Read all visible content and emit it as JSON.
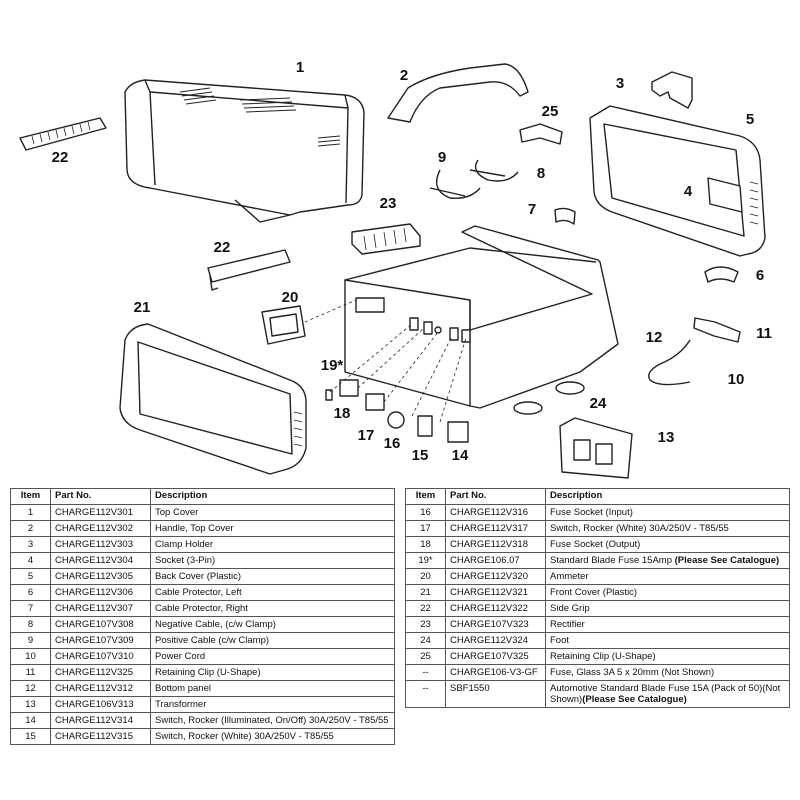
{
  "callouts": [
    "1",
    "2",
    "3",
    "4",
    "5",
    "6",
    "7",
    "8",
    "9",
    "10",
    "11",
    "12",
    "13",
    "14",
    "15",
    "16",
    "17",
    "18",
    "19*",
    "20",
    "21",
    "22",
    "22",
    "23",
    "24",
    "25"
  ],
  "table_headers": {
    "item": "Item",
    "part_no": "Part No.",
    "description": "Description"
  },
  "left_parts": [
    {
      "item": "1",
      "part": "CHARGE112V301",
      "desc": "Top Cover"
    },
    {
      "item": "2",
      "part": "CHARGE112V302",
      "desc": "Handle, Top Cover"
    },
    {
      "item": "3",
      "part": "CHARGE112V303",
      "desc": "Clamp Holder"
    },
    {
      "item": "4",
      "part": "CHARGE112V304",
      "desc": "Socket (3-Pin)"
    },
    {
      "item": "5",
      "part": "CHARGE112V305",
      "desc": "Back Cover (Plastic)"
    },
    {
      "item": "6",
      "part": "CHARGE112V306",
      "desc": "Cable Protector, Left"
    },
    {
      "item": "7",
      "part": "CHARGE112V307",
      "desc": "Cable Protector, Right"
    },
    {
      "item": "8",
      "part": "CHARGE107V308",
      "desc": "Negative Cable, (c/w Clamp)"
    },
    {
      "item": "9",
      "part": "CHARGE107V309",
      "desc": "Positive Cable (c/w Clamp)"
    },
    {
      "item": "10",
      "part": "CHARGE107V310",
      "desc": "Power Cord"
    },
    {
      "item": "11",
      "part": "CHARGE112V325",
      "desc": "Retaining Clip (U-Shape)"
    },
    {
      "item": "12",
      "part": "CHARGE112V312",
      "desc": "Bottom panel"
    },
    {
      "item": "13",
      "part": "CHARGE106V313",
      "desc": "Transformer"
    },
    {
      "item": "14",
      "part": "CHARGE112V314",
      "desc": "Switch, Rocker (Illuminated, On/Off) 30A/250V - T85/55"
    },
    {
      "item": "15",
      "part": "CHARGE112V315",
      "desc": "Switch, Rocker (White) 30A/250V - T85/55"
    }
  ],
  "right_parts": [
    {
      "item": "16",
      "part": "CHARGE112V316",
      "desc": "Fuse Socket (Input)",
      "note": ""
    },
    {
      "item": "17",
      "part": "CHARGE112V317",
      "desc": "Switch, Rocker (White) 30A/250V - T85/55",
      "note": ""
    },
    {
      "item": "18",
      "part": "CHARGE112V318",
      "desc": "Fuse Socket (Output)",
      "note": ""
    },
    {
      "item": "19*",
      "part": "CHARGE106.07",
      "desc": "Standard Blade Fuse 15Amp ",
      "note": "(Please See Catalogue)"
    },
    {
      "item": "20",
      "part": "CHARGE112V320",
      "desc": "Ammeter",
      "note": ""
    },
    {
      "item": "21",
      "part": "CHARGE112V321",
      "desc": "Front Cover (Plastic)",
      "note": ""
    },
    {
      "item": "22",
      "part": "CHARGE112V322",
      "desc": "Side Grip",
      "note": ""
    },
    {
      "item": "23",
      "part": "CHARGE107V323",
      "desc": "Rectifier",
      "note": ""
    },
    {
      "item": "24",
      "part": "CHARGE112V324",
      "desc": "Foot",
      "note": ""
    },
    {
      "item": "25",
      "part": "CHARGE107V325",
      "desc": "Retaining Clip (U-Shape)",
      "note": ""
    },
    {
      "item": "--",
      "part": "CHARGE106-V3-GF",
      "desc": "Fuse, Glass 3A 5 x 20mm (Not Shown)",
      "note": ""
    },
    {
      "item": "--",
      "part": "SBF1550",
      "desc": "Automotive Standard Blade Fuse 15A (Pack of 50)(Not Shown)",
      "note": "(Please See Catalogue)"
    }
  ]
}
